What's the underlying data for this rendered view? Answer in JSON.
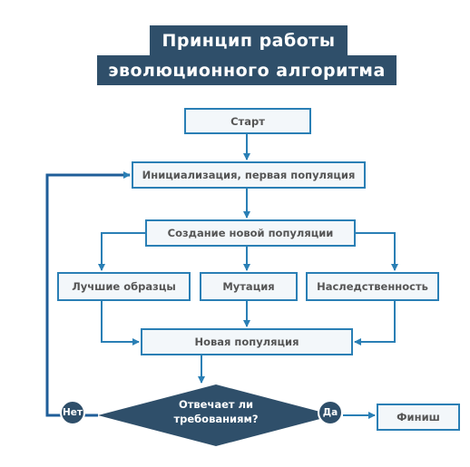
{
  "title": {
    "line1": "Принцип работы",
    "line2": "эволюционного алгоритма"
  },
  "nodes": {
    "start": "Старт",
    "init": "Инициализация, первая популяция",
    "create": "Создание новой популяции",
    "best": "Лучшие образцы",
    "mutation": "Мутация",
    "inheritance": "Наследственность",
    "new_population": "Новая популяция",
    "decision_line1": "Отвечает ли",
    "decision_line2": "требованиям?",
    "finish": "Финиш"
  },
  "branches": {
    "no": "Нет",
    "yes": "Да"
  },
  "colors": {
    "title_band": "#2f4f6a",
    "node_border": "#2a7fb5",
    "node_fill": "#f3f7fa",
    "arrow": "#2a7fb5",
    "loop_line": "#1f5e99",
    "decision_fill": "#2f4f6a"
  }
}
